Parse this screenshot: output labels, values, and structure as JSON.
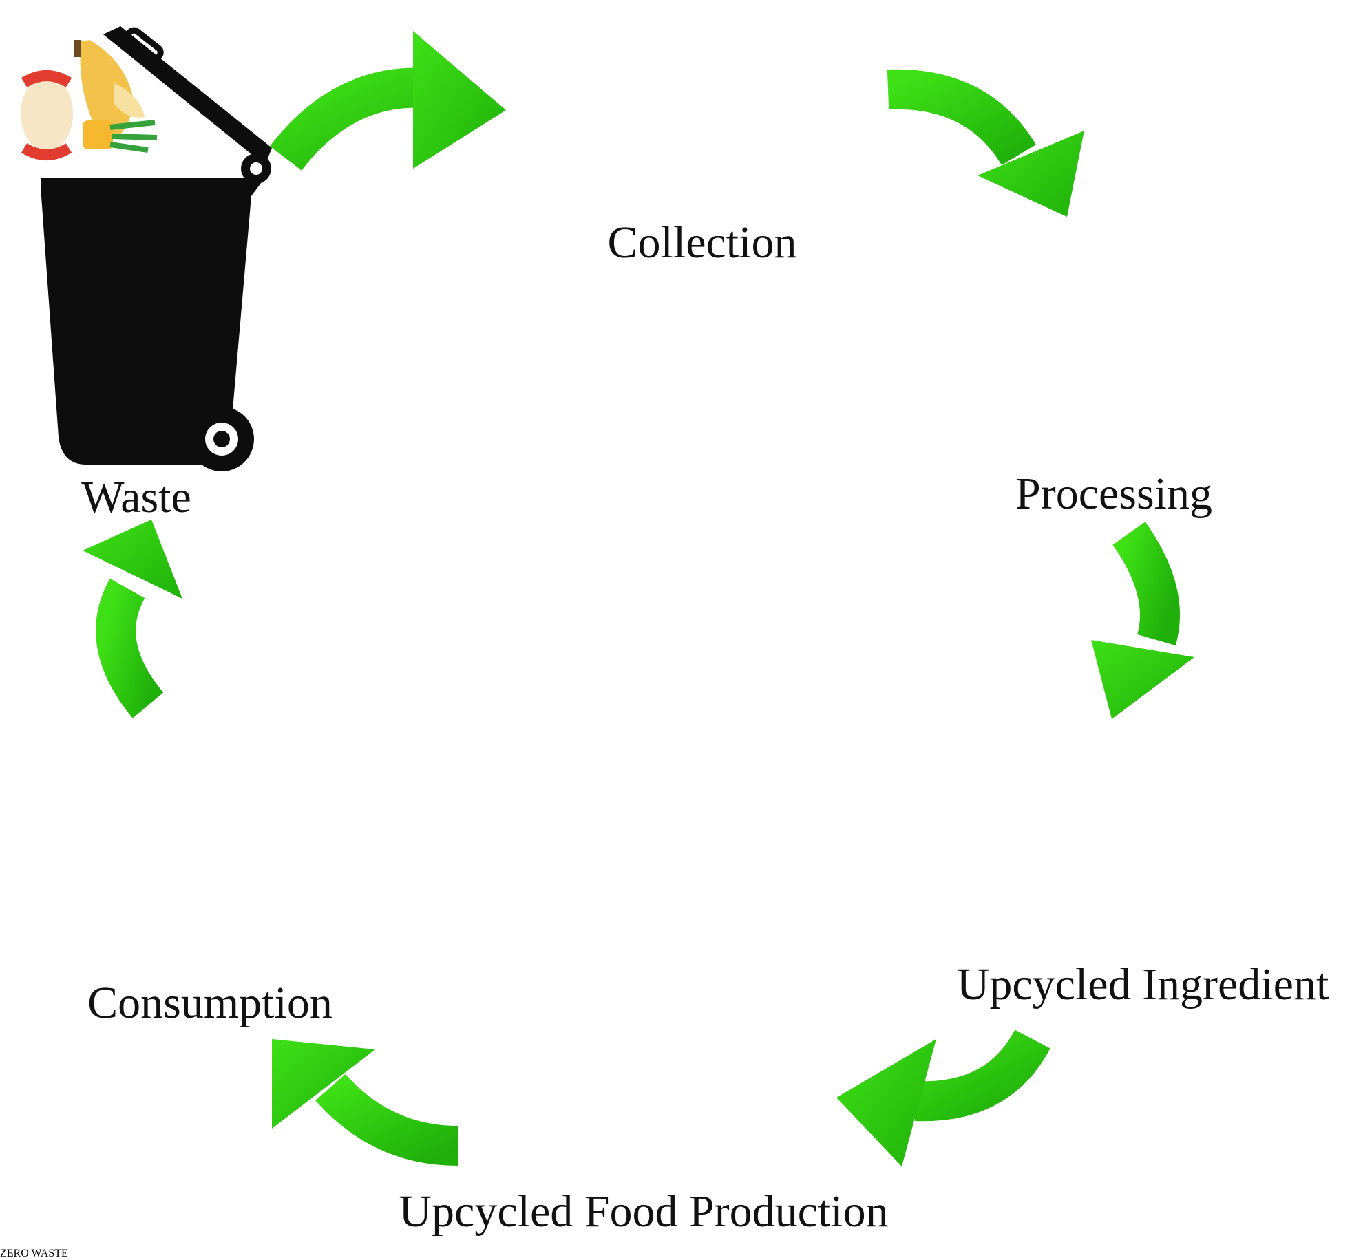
{
  "diagram": {
    "center_logo": {
      "line1": "ZERO",
      "line2": "WASTE"
    },
    "stages": [
      {
        "id": "waste",
        "label": "Waste",
        "icon": "trash-bin-icon"
      },
      {
        "id": "collection",
        "label": "Collection",
        "icon": "garbage-truck-icon"
      },
      {
        "id": "processing",
        "label": "Processing",
        "icon": "factory-icon"
      },
      {
        "id": "ingredient",
        "label": "Upcycled Ingredient",
        "icon": "ingredient-sack-icon"
      },
      {
        "id": "production",
        "label": "Upcycled Food Production",
        "icon": "conveyor-production-icon"
      },
      {
        "id": "consumption",
        "label": "Consumption",
        "icon": "fork-knife-cycle-icon"
      }
    ],
    "colors": {
      "arrow": "#2ecf12",
      "arrow_dark": "#23b40c",
      "truck_body": "#17818c",
      "truck_cab": "#7dc21e",
      "factory_roof": "#e0125a",
      "factory_wall": "#f4b323",
      "factory_tank": "#0a4a7a",
      "sack": "#f0bb84",
      "bottle": "#f26b78",
      "consumption_orange": "#ff7a1f"
    }
  }
}
